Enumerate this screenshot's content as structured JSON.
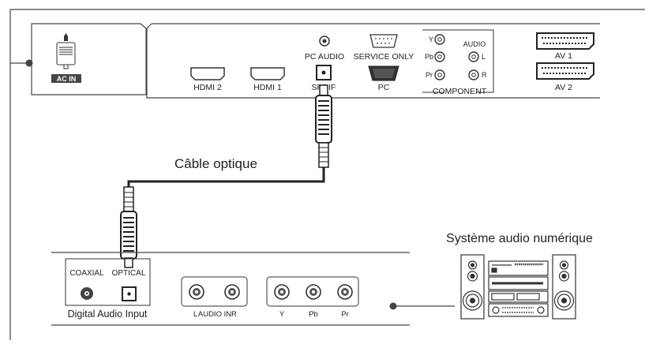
{
  "tv_panel": {
    "ac_in": "AC IN",
    "pc_audio": "PC AUDIO",
    "service_only": "SERVICE ONLY",
    "hdmi2": "HDMI 2",
    "hdmi1": "HDMI 1",
    "spdif": "SPDIF",
    "pc": "PC",
    "component": "COMPONENT",
    "audio": "AUDIO",
    "y": "Y",
    "pb": "Pb",
    "pr": "Pr",
    "l": "L",
    "r": "R",
    "av1": "AV 1",
    "av2": "AV 2"
  },
  "cable_label": "Câble optique",
  "system_label": "Système audio numérique",
  "receiver_panel": {
    "coaxial": "COAXIAL",
    "optical": "OPTICAL",
    "digital_audio_input": "Digital Audio Input",
    "l": "L",
    "audio_in": "AUDIO IN",
    "r": "R",
    "y": "Y",
    "pb": "Pb",
    "pr": "Pr"
  }
}
